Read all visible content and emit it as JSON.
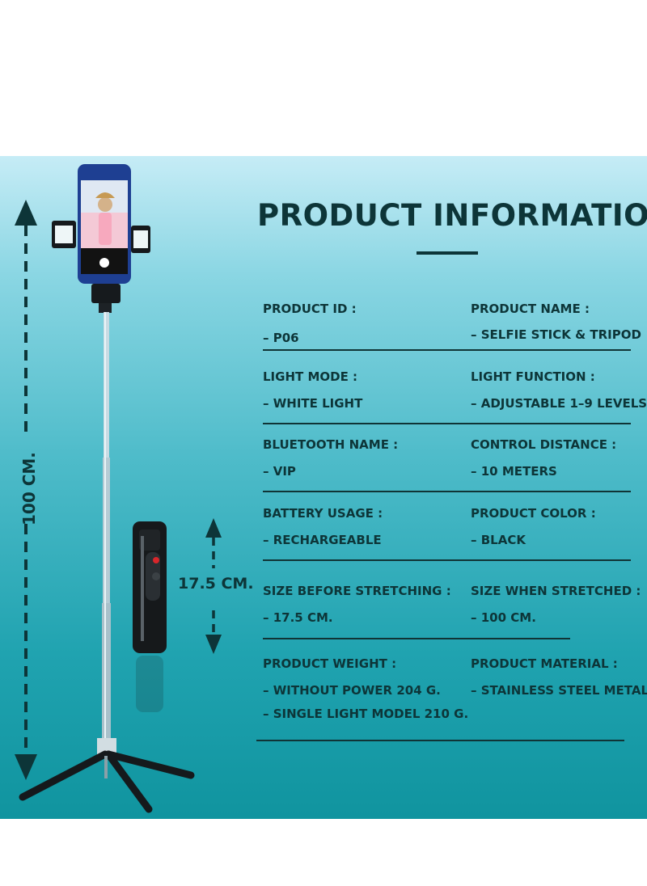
{
  "title": "PRODUCT INFORMATION",
  "height_total": "100 CM.",
  "height_folded": "17.5 CM.",
  "specs": [
    {
      "label": "PRODUCT ID :",
      "values": [
        "– P06"
      ]
    },
    {
      "label": "PRODUCT NAME :",
      "values": [
        "– SELFIE STICK & TRIPOD"
      ]
    },
    {
      "label": "LIGHT MODE :",
      "values": [
        "– WHITE LIGHT"
      ]
    },
    {
      "label": "LIGHT FUNCTION :",
      "values": [
        "– ADJUSTABLE 1–9 LEVELS"
      ]
    },
    {
      "label": "BLUETOOTH NAME :",
      "values": [
        "– VIP"
      ]
    },
    {
      "label": "CONTROL DISTANCE :",
      "values": [
        "– 10 METERS"
      ]
    },
    {
      "label": "BATTERY USAGE :",
      "values": [
        "– RECHARGEABLE"
      ]
    },
    {
      "label": "PRODUCT COLOR :",
      "values": [
        "– BLACK"
      ]
    },
    {
      "label": "SIZE BEFORE STRETCHING :",
      "values": [
        "– 17.5 CM."
      ]
    },
    {
      "label": "SIZE WHEN STRETCHED :",
      "values": [
        "– 100 CM."
      ]
    },
    {
      "label": "PRODUCT WEIGHT :",
      "values": [
        "– WITHOUT POWER 204 G.",
        "– SINGLE LIGHT MODEL 210 G."
      ]
    },
    {
      "label": "PRODUCT MATERIAL :",
      "values": [
        "– STAINLESS STEEL METAL"
      ]
    }
  ],
  "colors": {
    "text": "#0d3538",
    "panel_top": "#c6ecf6",
    "panel_bottom": "#10949f"
  }
}
